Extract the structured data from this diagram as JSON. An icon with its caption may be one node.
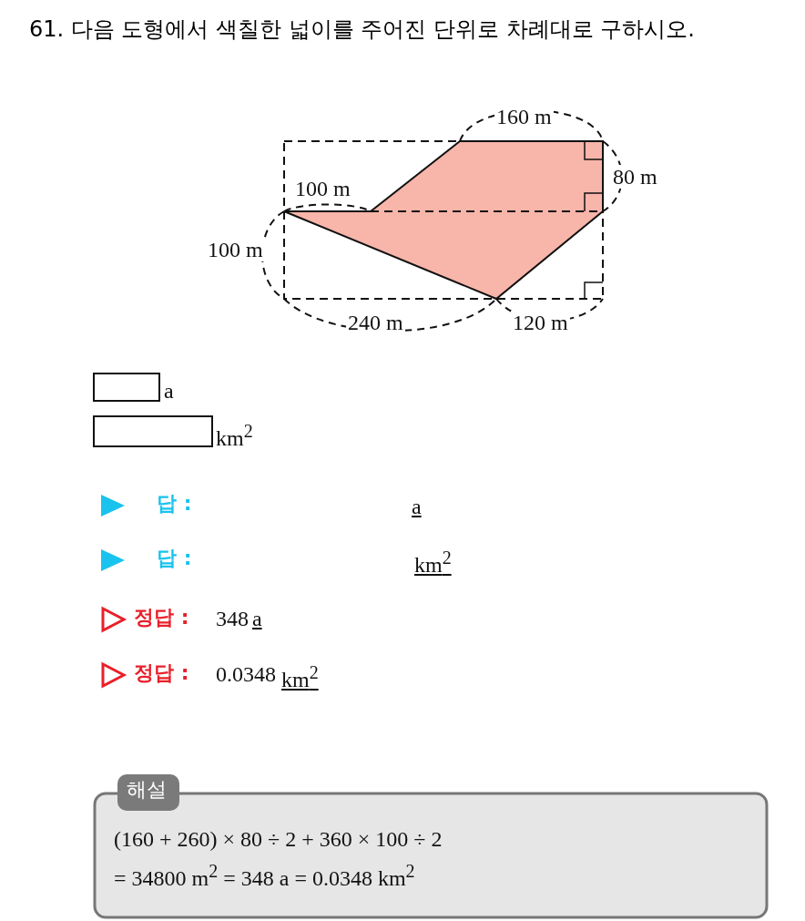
{
  "diagram": {
    "title": "61. 다음 도형에서 색칠한 넓이를 주어진 단위로 차례대로 구하시오.",
    "labels": [
      "160 m",
      "80 m",
      "100 m",
      "100 m",
      "240 m",
      "120 m",
      "a",
      "km$^{2}$",
      "답 :",
      "a",
      "답 :",
      "km$^{2}$",
      "정답 :",
      "348",
      "a",
      "정답 :",
      "0.0348",
      "km$^{2}$",
      "해설",
      "(160 + 260) × 80 ÷ 2 + 360 × 100 ÷ 2",
      "= 34800 m$^{2}$ = 348 a = 0.0348 km$^{2}$"
    ]
  }
}
